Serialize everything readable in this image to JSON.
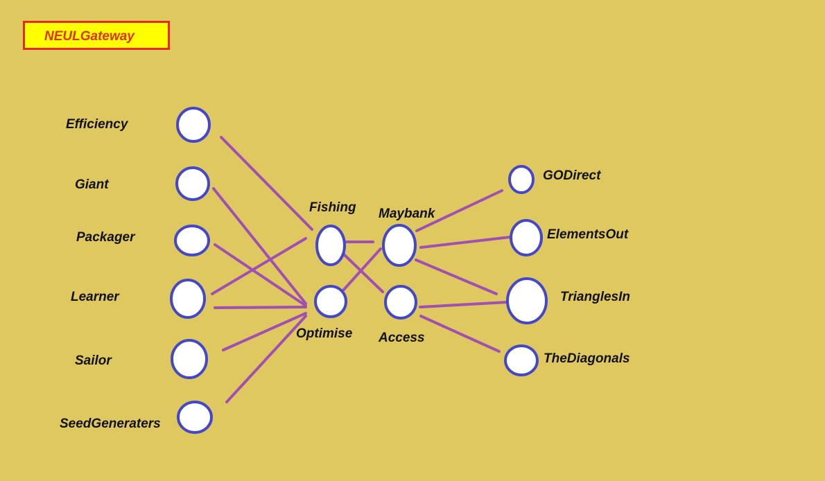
{
  "title": "NEULGateway",
  "colors": {
    "background": "#E0C860",
    "edge": "#A050B0",
    "node_fill": "#FFFFFF",
    "node_stroke": "#4448C8",
    "title_fill": "#FFFF00",
    "title_border": "#E62A1E",
    "title_text": "#E0301E"
  },
  "nodes": {
    "efficiency": "Efficiency",
    "giant": "Giant",
    "packager": "Packager",
    "learner": "Learner",
    "sailor": "Sailor",
    "seedgenerators": "SeedGeneraters",
    "fishing": "Fishing",
    "optimise": "Optimise",
    "maybank": "Maybank",
    "access": "Access",
    "godirect": "GODirect",
    "elementsout": "ElementsOut",
    "trianglesin": "TrianglesIn",
    "thediagonals": "TheDiagonals"
  },
  "edges": [
    [
      "efficiency",
      "fishing"
    ],
    [
      "giant",
      "optimise"
    ],
    [
      "packager",
      "optimise"
    ],
    [
      "learner",
      "fishing"
    ],
    [
      "learner",
      "optimise"
    ],
    [
      "sailor",
      "optimise"
    ],
    [
      "seedgenerators",
      "optimise"
    ],
    [
      "fishing",
      "maybank"
    ],
    [
      "fishing",
      "access"
    ],
    [
      "optimise",
      "maybank"
    ],
    [
      "maybank",
      "godirect"
    ],
    [
      "maybank",
      "elementsout"
    ],
    [
      "maybank",
      "trianglesin"
    ],
    [
      "access",
      "trianglesin"
    ],
    [
      "access",
      "thediagonals"
    ]
  ]
}
